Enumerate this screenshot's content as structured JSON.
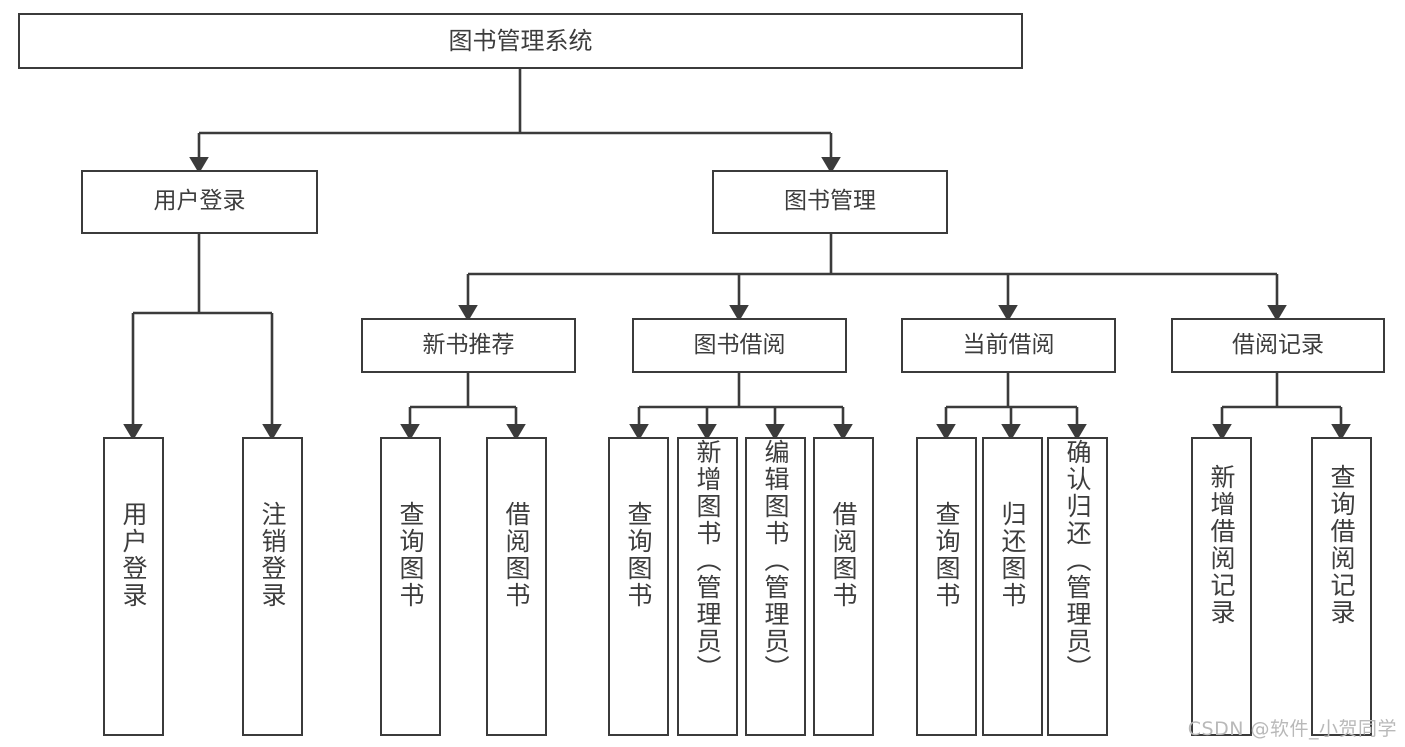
{
  "diagram": {
    "title": "图书管理系统",
    "type": "hierarchy-tree",
    "stroke_color": "#3b3b3b",
    "text_color": "#3d3d3d",
    "background_color": "#ffffff",
    "watermark": "CSDN @软件_小贺同学",
    "levels": {
      "root": {
        "label": "图书管理系统"
      },
      "level2": [
        {
          "id": "user-login",
          "label": "用户登录"
        },
        {
          "id": "book-manage",
          "label": "图书管理"
        }
      ],
      "level3": [
        {
          "id": "new-book-recommend",
          "label": "新书推荐",
          "parent": "book-manage"
        },
        {
          "id": "book-borrow",
          "label": "图书借阅",
          "parent": "book-manage"
        },
        {
          "id": "current-borrow",
          "label": "当前借阅",
          "parent": "book-manage"
        },
        {
          "id": "borrow-record",
          "label": "借阅记录",
          "parent": "book-manage"
        }
      ],
      "leaves": [
        {
          "id": "leaf-user-login",
          "label": "用户登录",
          "parent": "user-login"
        },
        {
          "id": "leaf-logout-login",
          "label": "注销登录",
          "parent": "user-login"
        },
        {
          "id": "leaf-query-book-1",
          "label": "查询图书",
          "parent": "new-book-recommend"
        },
        {
          "id": "leaf-borrow-book-1",
          "label": "借阅图书",
          "parent": "new-book-recommend"
        },
        {
          "id": "leaf-query-book-2",
          "label": "查询图书",
          "parent": "book-borrow"
        },
        {
          "id": "leaf-add-book",
          "label": "新增图书（管理员）",
          "parent": "book-borrow"
        },
        {
          "id": "leaf-edit-book",
          "label": "编辑图书（管理员）",
          "parent": "book-borrow"
        },
        {
          "id": "leaf-borrow-book-2",
          "label": "借阅图书",
          "parent": "book-borrow"
        },
        {
          "id": "leaf-query-book-3",
          "label": "查询图书",
          "parent": "current-borrow"
        },
        {
          "id": "leaf-return-book",
          "label": "归还图书",
          "parent": "current-borrow"
        },
        {
          "id": "leaf-confirm-return",
          "label": "确认归还（管理员）",
          "parent": "current-borrow"
        },
        {
          "id": "leaf-add-record",
          "label": "新增借阅记录",
          "parent": "borrow-record"
        },
        {
          "id": "leaf-query-record",
          "label": "查询借阅记录",
          "parent": "borrow-record"
        }
      ]
    }
  }
}
